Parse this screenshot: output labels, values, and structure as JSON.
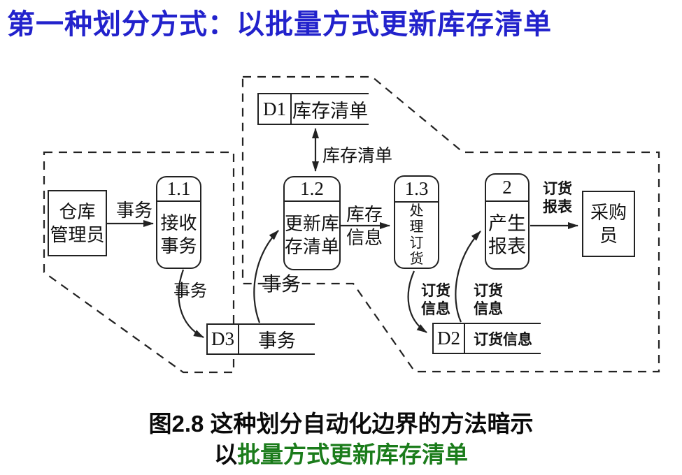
{
  "title": "第一种划分方式：以批量方式更新库存清单",
  "colors": {
    "title_blue": "#2222cc",
    "caption_green": "#1b7c1b",
    "line": "#222222"
  },
  "caption": {
    "line1": "图2.8 这种划分自动化边界的方法暗示",
    "line2_prefix": "以",
    "line2_green": "批量方式更新库存清单"
  },
  "entities": {
    "warehouse_manager": {
      "line1": "仓库",
      "line2": "管理员"
    },
    "purchaser": {
      "label": "采购员"
    }
  },
  "processes": {
    "p11": {
      "num": "1.1",
      "line1": "接收",
      "line2": "事务"
    },
    "p12": {
      "num": "1.2",
      "line1": "更新库",
      "line2": "存清单"
    },
    "p13": {
      "num": "1.3",
      "chars": [
        "处",
        "理",
        "订",
        "货"
      ]
    },
    "p2": {
      "num": "2",
      "line1": "产生",
      "line2": "报表"
    }
  },
  "stores": {
    "d1": {
      "id": "D1",
      "name": "库存清单"
    },
    "d3": {
      "id": "D3",
      "name": "事务"
    },
    "d2": {
      "id": "D2",
      "name": "订货信息"
    }
  },
  "flows": {
    "transaction_in": "事务",
    "inventory_list": "库存清单",
    "inventory_info_1": "库存",
    "inventory_info_2": "信息",
    "transaction_to_store": "事务",
    "transaction_from_store": "事务",
    "order_report_1": "订货",
    "order_report_2": "报表",
    "order_info_a1": "订货",
    "order_info_a2": "信息",
    "order_info_b1": "订货",
    "order_info_b2": "信息"
  }
}
